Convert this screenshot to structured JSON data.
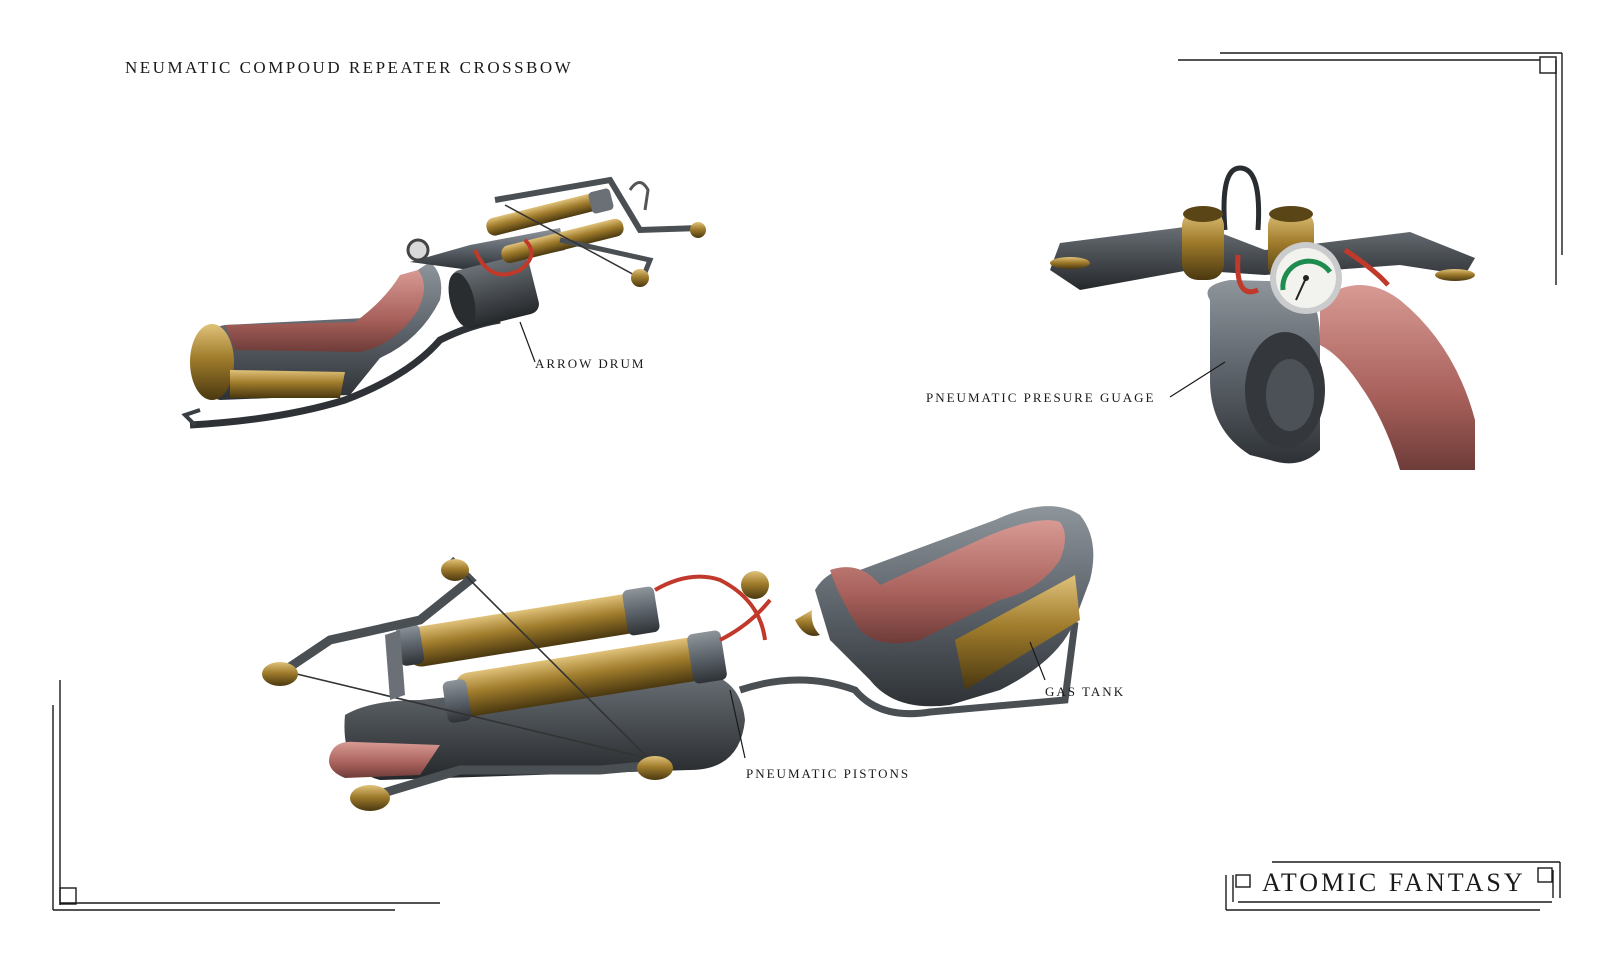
{
  "title": "NEUMATIC COMPOUD REPEATER CROSSBOW",
  "callouts": {
    "arrow_drum": "ARROW DRUM",
    "pressure_gauge": "PNEUMATIC PRESURE GUAGE",
    "gas_tank": "GAS TANK",
    "pistons": "PNEUMATIC PISTONS"
  },
  "brand": "ATOMIC FANTASY",
  "colors": {
    "background": "#ffffff",
    "frame": "#1a1a1a",
    "metal": "#5c636a",
    "brass": "#8a6a22",
    "grip": "#b46e6a",
    "pipe": "#c0392b"
  }
}
